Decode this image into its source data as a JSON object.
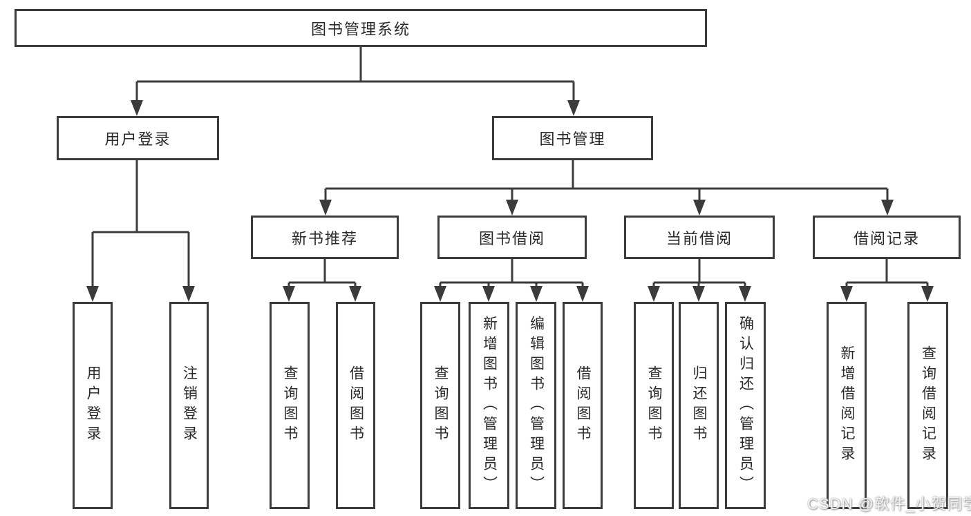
{
  "tree": {
    "label": "图书管理系统",
    "children": [
      {
        "label": "用户登录",
        "children": [
          {
            "label": "用户登录"
          },
          {
            "label": "注销登录"
          }
        ]
      },
      {
        "label": "图书管理",
        "children": [
          {
            "label": "新书推荐",
            "children": [
              {
                "label": "查询图书"
              },
              {
                "label": "借阅图书"
              }
            ]
          },
          {
            "label": "图书借阅",
            "children": [
              {
                "label": "查询图书"
              },
              {
                "label": "新增图书（管理员）"
              },
              {
                "label": "编辑图书（管理员）"
              },
              {
                "label": "借阅图书"
              }
            ]
          },
          {
            "label": "当前借阅",
            "children": [
              {
                "label": "查询图书"
              },
              {
                "label": "归还图书"
              },
              {
                "label": "确认归还（管理员）"
              }
            ]
          },
          {
            "label": "借阅记录",
            "children": [
              {
                "label": "新增借阅记录"
              },
              {
                "label": "查询借阅记录"
              }
            ]
          }
        ]
      }
    ]
  },
  "watermark": {
    "text": "CSDN @软件_小贺同学"
  },
  "colors": {
    "line": "#3b3b3b",
    "box_border": "#3b3b3b",
    "text": "#2a2a2a",
    "background": "#ffffff",
    "watermark": "#f2f2f2"
  }
}
